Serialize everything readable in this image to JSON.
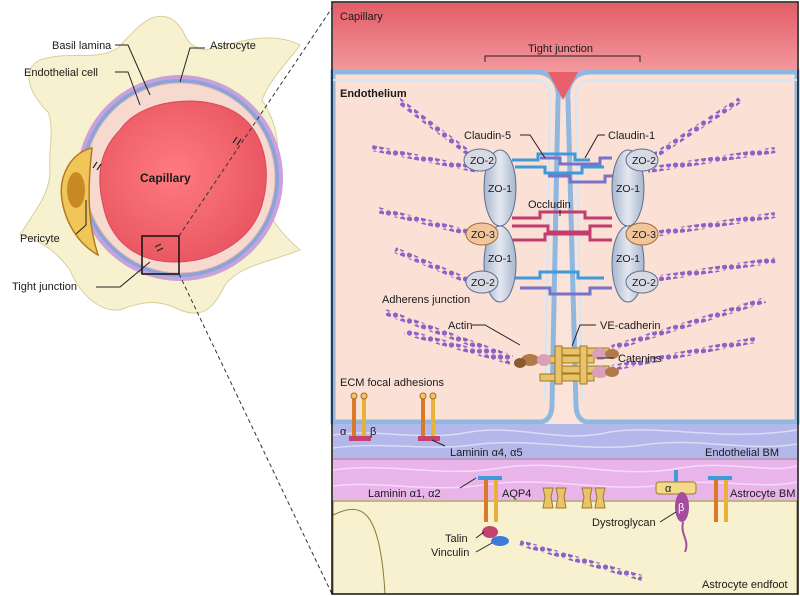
{
  "overview": {
    "basil_lamina": "Basil lamina",
    "astrocyte": "Astrocyte",
    "endothelial_cell": "Endothelial cell",
    "capillary": "Capillary",
    "pericyte": "Pericyte",
    "tight_junction": "Tight junction"
  },
  "detail": {
    "capillary": "Capillary",
    "tight_junction": "Tight junction",
    "endothelium": "Endothelium",
    "claudin5": "Claudin-5",
    "claudin1": "Claudin-1",
    "zo1": "ZO-1",
    "zo2": "ZO-2",
    "zo3": "ZO-3",
    "occludin": "Occludin",
    "adherens_junction": "Adherens junction",
    "actin": "Actin",
    "ve_cadherin": "VE-cadherin",
    "catenins": "Catenins",
    "ecm_focal_adhesions": "ECM focal adhesions",
    "alpha": "α",
    "beta": "β",
    "laminin_a4a5": "Laminin α4, α5",
    "endothelial_bm": "Endothelial BM",
    "laminin_a1a2": "Laminin α1, α2",
    "aqp4": "AQP4",
    "astrocyte_bm": "Astrocyte BM",
    "dystroglycan": "Dystroglycan",
    "talin": "Talin",
    "vinculin": "Vinculin",
    "astrocyte_endfoot": "Astrocyte endfoot"
  },
  "colors": {
    "capillary_red": "#e8616a",
    "endothelium_pink": "#fbe3da",
    "membrane_blue": "#9ec3e6",
    "endothelial_bm": "#b3b7ea",
    "astrocyte_bm": "#e8b4ea",
    "astrocyte_yellow": "#f7f2cc",
    "actin_purple": "#8b63c6",
    "zo_gray": "#cfd3dc",
    "zo3_orange": "#f2c69c"
  }
}
